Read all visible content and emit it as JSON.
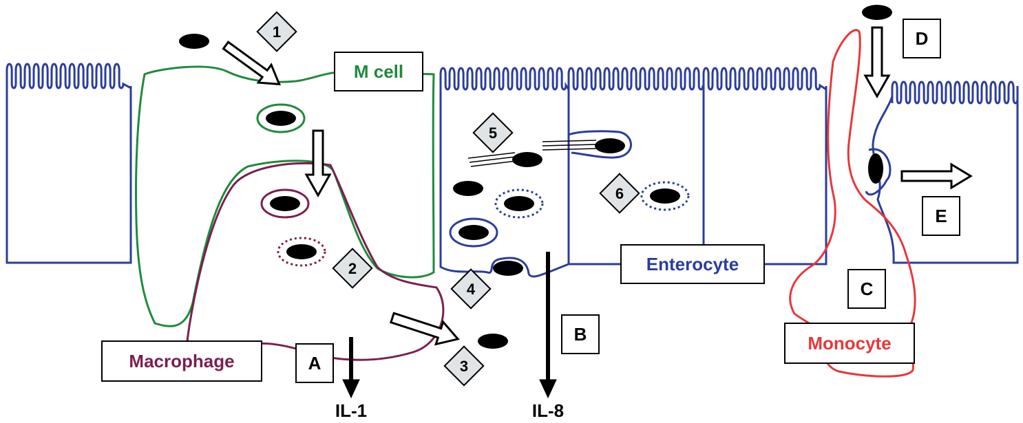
{
  "labels": {
    "m_cell": "M cell",
    "macrophage": "Macrophage",
    "enterocyte": "Enterocyte",
    "monocyte": "Monocyte",
    "il1": "IL-1",
    "il8": "IL-8"
  },
  "letters": {
    "a": "A",
    "b": "B",
    "c": "C",
    "d": "D",
    "e": "E"
  },
  "steps": {
    "s1": "1",
    "s2": "2",
    "s3": "3",
    "s4": "4",
    "s5": "5",
    "s6": "6"
  },
  "colors": {
    "m_cell": "#1f8a3c",
    "macrophage": "#7a1f4f",
    "enterocyte": "#2b3d9b",
    "monocyte": "#e8373a",
    "bacterium": "#000000",
    "diamond_fill": "#e1e4e6"
  }
}
